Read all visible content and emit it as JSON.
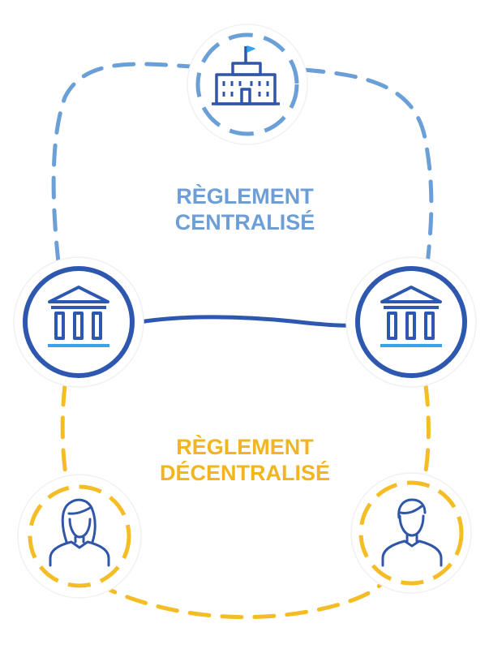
{
  "centralized": {
    "line1": "RÈGLEMENT",
    "line2": "CENTRALISÉ"
  },
  "decentralized": {
    "line1": "RÈGLEMENT",
    "line2": "DÉCENTRALISÉ"
  },
  "colors": {
    "centralized_dashed": "#6a9fd8",
    "decentralized_dashed": "#f5bd25",
    "bank_blue": "#2e58b0",
    "accent_light_blue": "#35a4ec",
    "central_label": "#6d9fd6",
    "decentral_label": "#f2b51f",
    "icon_blue": "#2f56a8"
  },
  "icons": {
    "central_authority": "government-building-icon",
    "bank_left": "bank-icon",
    "bank_right": "bank-icon",
    "person_left": "woman-user-icon",
    "person_right": "man-user-icon"
  }
}
